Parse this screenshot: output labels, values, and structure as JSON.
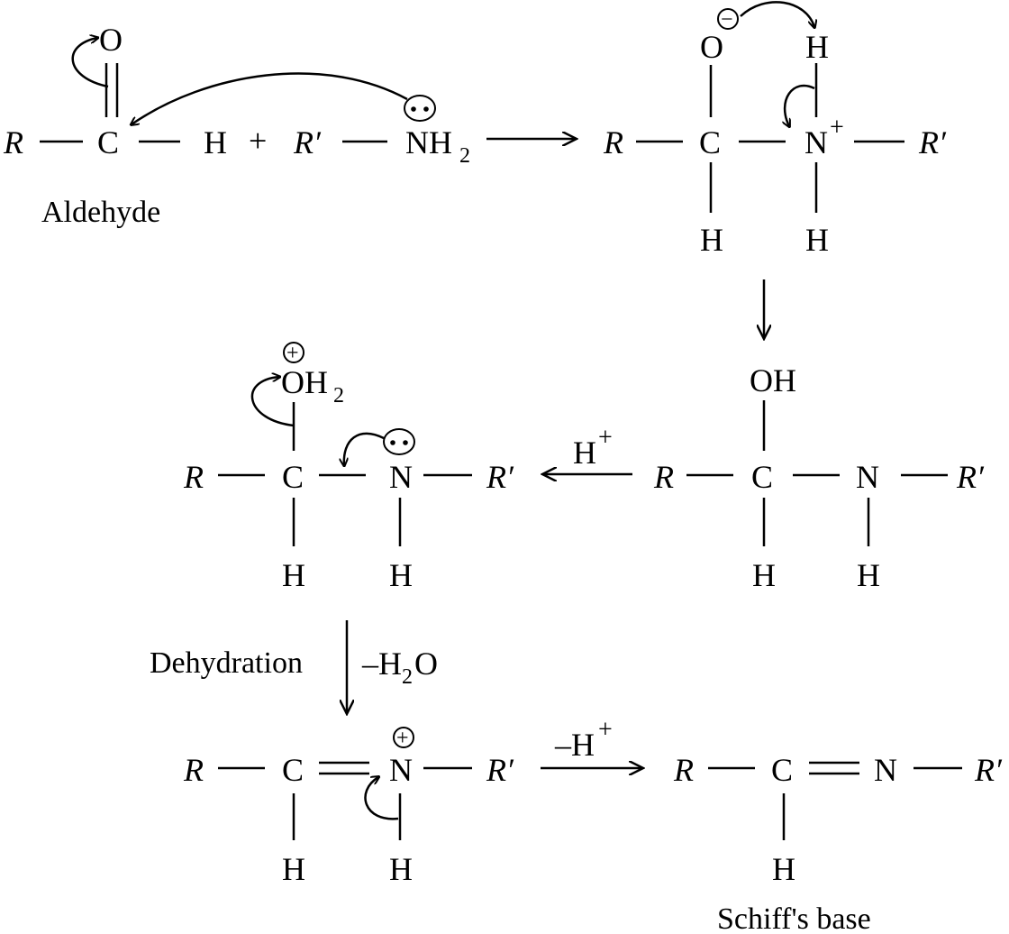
{
  "atoms": {
    "R": "R",
    "Rp": "R′",
    "C": "C",
    "H": "H",
    "O": "O",
    "N": "N",
    "NH": "NH",
    "OH": "OH",
    "OH_in_OH2": "OH",
    "H_in_H2O": "H",
    "O_in_H2O": "O",
    "two": "2",
    "plus": "+",
    "minus_sign": "–",
    "plus_charge": "+",
    "oplus": "⊕",
    "ominus": "−"
  },
  "labels": {
    "aldehyde": "Aldehyde",
    "dehydration": "Dehydration",
    "schiffs_base": "Schiff's base"
  },
  "reagents": {
    "proton": "H",
    "loss_water_dash": "–",
    "loss_proton_dash": "–"
  }
}
